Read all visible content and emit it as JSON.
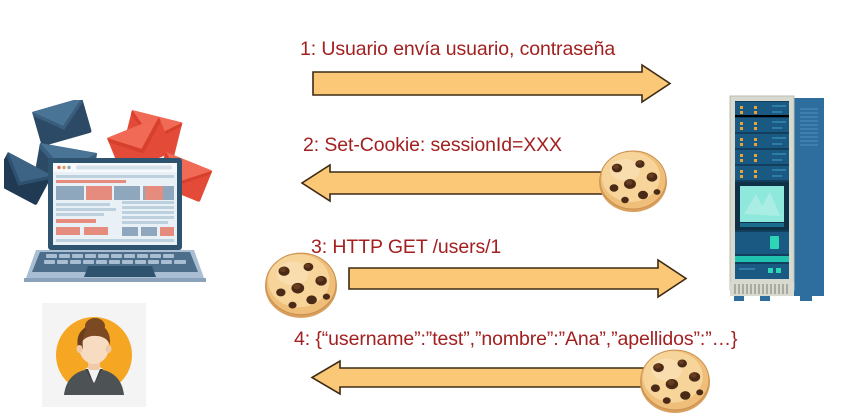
{
  "diagram": {
    "title": "Session cookie authentication flow",
    "background": "#ffffff",
    "label_color": "#A32020",
    "arrow_fill": "#FBC878",
    "arrow_stroke": "#3D2B14"
  },
  "actors": {
    "client": {
      "name": "client-laptop",
      "icon": "laptop-with-envelopes-icon",
      "envelope_dark_color": "#2C4A66",
      "envelope_red_color": "#E34B38",
      "screen_color": "#E9F1F6",
      "body_color": "#A9BED2"
    },
    "user": {
      "name": "user-avatar",
      "icon": "user-avatar-icon",
      "circle_color": "#F5A623",
      "background_color": "#F4F4F4",
      "hair_color": "#7B4A23",
      "suit_color": "#4D5254"
    },
    "server": {
      "name": "server-rack",
      "icon": "server-rack-icon",
      "cabinet_color": "#2E6E9E",
      "bay_color": "#174A6E",
      "led_color": "#E8A33D",
      "screen_color": "#8FE8DC"
    }
  },
  "messages": [
    {
      "index": "1",
      "label": "1: Usuario envía usuario, contraseña",
      "direction": "right",
      "cookie": "none",
      "cookie_side": ""
    },
    {
      "index": "2",
      "label": "2: Set-Cookie: sessionId=XXX",
      "direction": "left",
      "cookie": "cookie-icon",
      "cookie_side": "right"
    },
    {
      "index": "3",
      "label": "3: HTTP GET /users/1",
      "direction": "right",
      "cookie": "cookie-icon",
      "cookie_side": "left"
    },
    {
      "index": "4",
      "label": "4: {“username”:”test”,”nombre”:”Ana”,”apellidos”:”…}",
      "direction": "left",
      "cookie": "cookie-icon",
      "cookie_side": "right"
    }
  ]
}
